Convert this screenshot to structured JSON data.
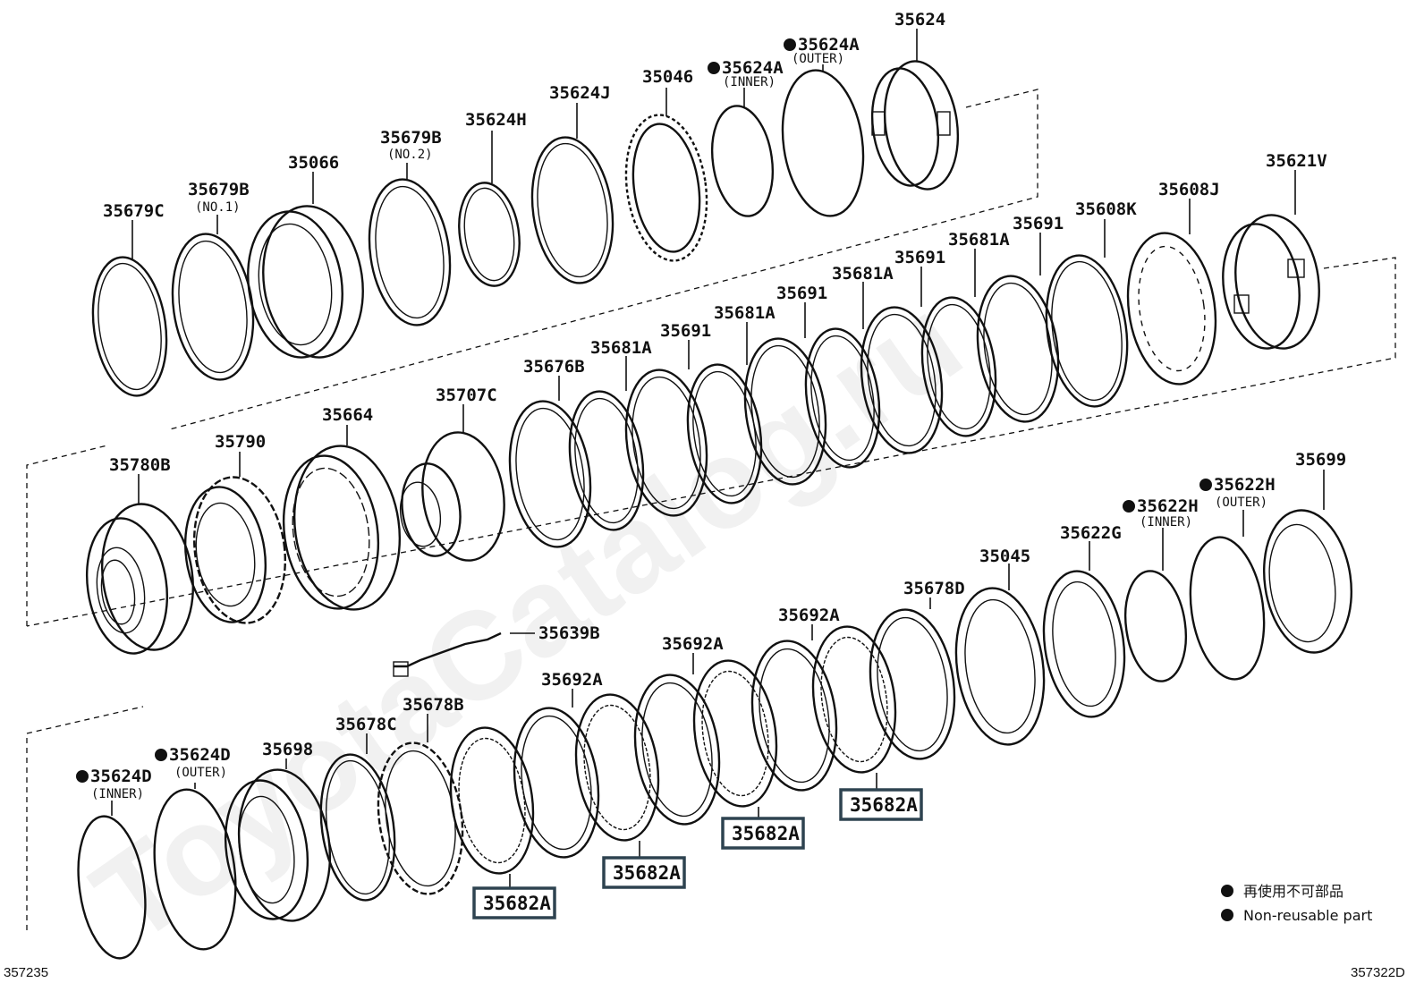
{
  "labels": {
    "p35624": "35624",
    "p35624A_outer": "35624A",
    "p35624A_outer_sub": "(OUTER)",
    "p35624A_inner": "35624A",
    "p35624A_inner_sub": "(INNER)",
    "p35046": "35046",
    "p35624J": "35624J",
    "p35624H": "35624H",
    "p35679B_no2": "35679B",
    "p35679B_no2_sub": "(NO.2)",
    "p35066": "35066",
    "p35679B_no1": "35679B",
    "p35679B_no1_sub": "(NO.1)",
    "p35679C": "35679C",
    "p35621V": "35621V",
    "p35608J": "35608J",
    "p35608K": "35608K",
    "p35691_a": "35691",
    "p35681A_a": "35681A",
    "p35691_b": "35691",
    "p35681A_b": "35681A",
    "p35691_c": "35691",
    "p35681A_c": "35681A",
    "p35691_d": "35691",
    "p35681A_d": "35681A",
    "p35676B": "35676B",
    "p35707C": "35707C",
    "p35664": "35664",
    "p35790": "35790",
    "p35780B": "35780B",
    "p35699": "35699",
    "p35622H_outer": "35622H",
    "p35622H_outer_sub": "(OUTER)",
    "p35622H_inner": "35622H",
    "p35622H_inner_sub": "(INNER)",
    "p35622G": "35622G",
    "p35045": "35045",
    "p35678D": "35678D",
    "p35692A_a": "35692A",
    "p35692A_b": "35692A",
    "p35692A_c": "35692A",
    "p35639B": "35639B",
    "p35678B": "35678B",
    "p35678C": "35678C",
    "p35698": "35698",
    "p35624D_outer": "35624D",
    "p35624D_outer_sub": "(OUTER)",
    "p35624D_inner": "35624D",
    "p35624D_inner_sub": "(INNER)",
    "p35682A_1": "35682A",
    "p35682A_2": "35682A",
    "p35682A_3": "35682A",
    "p35682A_4": "35682A"
  },
  "legend": {
    "line1": "再使用不可部品",
    "line2": "Non-reusable part"
  },
  "figure_left": "357235",
  "figure_right": "357322D",
  "watermark": "ToyotaCatalog.ru"
}
